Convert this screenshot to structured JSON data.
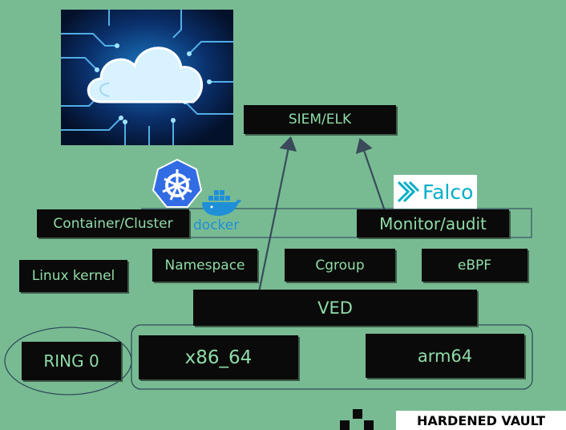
{
  "nodes": {
    "siem": "SIEM/ELK",
    "container_cluster": "Container/Cluster",
    "monitor_audit": "Monitor/audit",
    "linux_kernel": "Linux kernel",
    "namespace": "Namespace",
    "cgroup": "Cgroup",
    "ebpf": "eBPF",
    "ved": "VED",
    "ring0": "RING 0",
    "x86": "x86_64",
    "arm64": "arm64"
  },
  "logos": {
    "falco": "Falco",
    "docker": "docker",
    "hardened_vault": "HARDENED VAULT"
  },
  "icons": [
    "cloud-circuit-image",
    "kubernetes-icon",
    "docker-whale-icon",
    "falco-icon",
    "pixel-blocks-icon"
  ],
  "colors": {
    "background": "#78bb93",
    "box": "#0a0a0a",
    "box_text": "#8fdca8",
    "line": "#3a4a5a"
  }
}
